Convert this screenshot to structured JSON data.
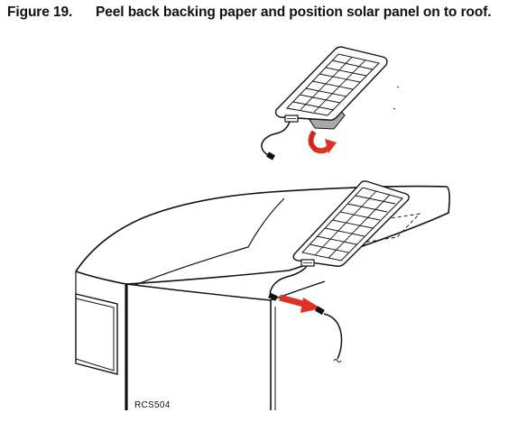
{
  "figure": {
    "number": "Figure 19.",
    "title": "Peel back backing paper and position solar panel on to roof.",
    "reference_code": "RCS504"
  },
  "icons": {
    "peel_arrow": "curved-arrow-icon",
    "position_arrow": "straight-arrow-icon"
  },
  "colors": {
    "line": "#111111",
    "arrow": "#e03127",
    "backing_paper": "#a8a8a8"
  }
}
